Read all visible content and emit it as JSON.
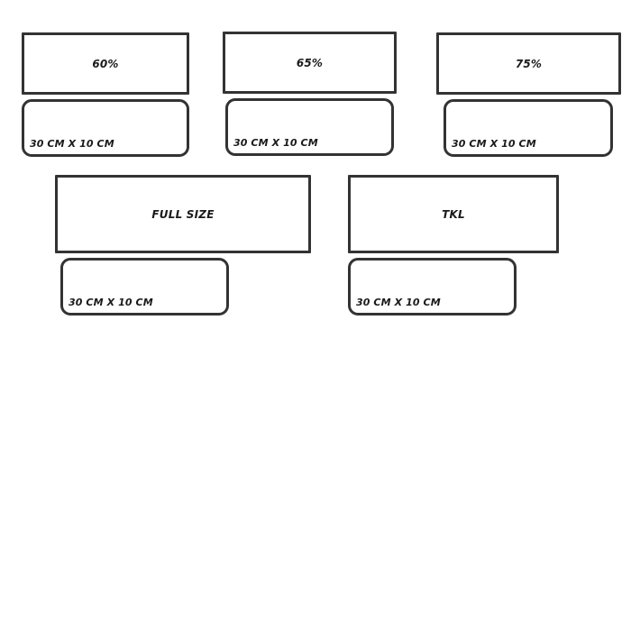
{
  "layouts": [
    {
      "size_label": "60%",
      "dimension_label": "30 CM X 10 CM"
    },
    {
      "size_label": "65%",
      "dimension_label": "30 CM X 10 CM"
    },
    {
      "size_label": "75%",
      "dimension_label": "30 CM X 10 CM"
    },
    {
      "size_label": "FULL SIZE",
      "dimension_label": "30 CM X 10 CM"
    },
    {
      "size_label": "TKL",
      "dimension_label": "30 CM X 10 CM"
    }
  ],
  "colors": {
    "outline": "#333333",
    "background": "#ffffff",
    "text": "#1a1a1a"
  }
}
